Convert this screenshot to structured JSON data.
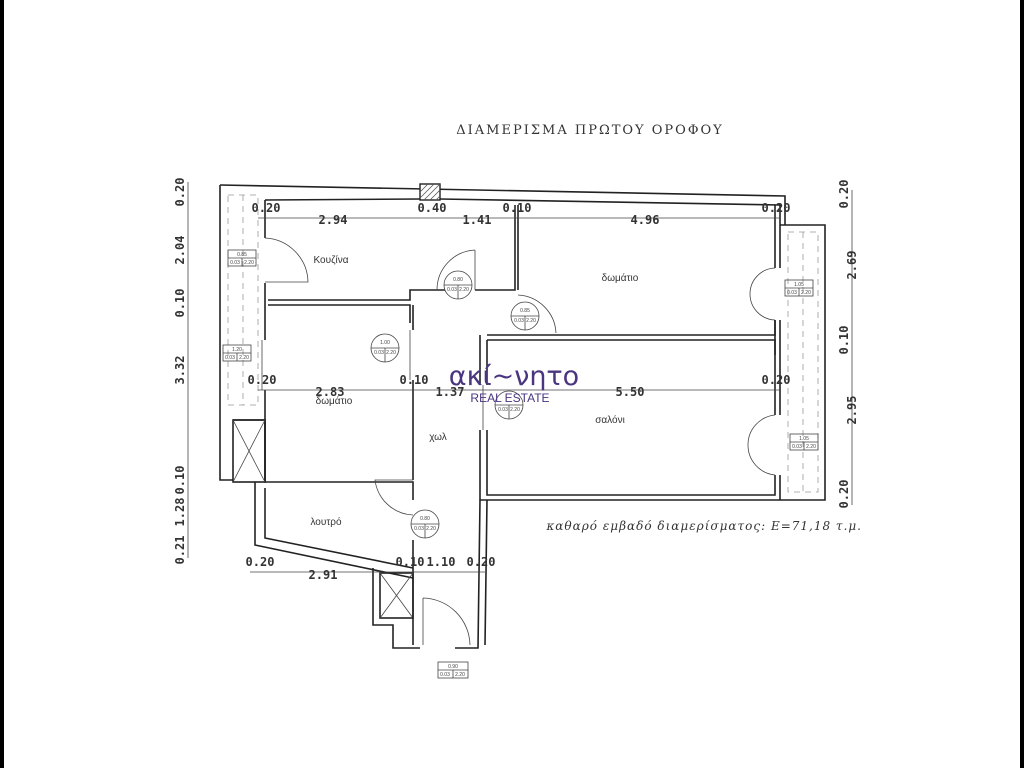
{
  "title": "ΔΙΑΜΕΡΙΣΜΑ ΠΡΩΤΟΥ ΟΡΟΦΟΥ",
  "rooms": {
    "kitchen": "Κουζίνα",
    "bedroom_right": "δωμάτιο",
    "bedroom_left": "δωμάτιο",
    "hall": "χωλ",
    "living": "σαλόνι",
    "bathroom": "λουτρό"
  },
  "dimensions": {
    "top": [
      "0.20",
      "2.94",
      "0.40",
      "1.41",
      "0.10",
      "4.96",
      "0.20"
    ],
    "middle": [
      "0.20",
      "2.83",
      "0.10",
      "1.37",
      "5.50",
      "0.20"
    ],
    "bottom": [
      "0.20",
      "2.91",
      "0.10",
      "1.10",
      "0.20"
    ],
    "left": [
      "0.20",
      "2.04",
      "0.10",
      "3.32",
      "0.10",
      "1.28",
      "0.21"
    ],
    "right": [
      "0.20",
      "2.69",
      "0.10",
      "2.95",
      "0.20"
    ]
  },
  "openings": [
    {
      "width": "0.85",
      "thk": "0.03",
      "height": "2.20"
    },
    {
      "width": "1.20",
      "thk": "0.03",
      "height": "2.20"
    },
    {
      "width": "0.80",
      "thk": "0.03",
      "height": "2.20"
    },
    {
      "width": "0.85",
      "thk": "0.03",
      "height": "2.20"
    },
    {
      "width": "1.00",
      "thk": "0.03",
      "height": "2.20"
    },
    {
      "width": "1.05",
      "thk": "0.03",
      "height": "2.20"
    },
    {
      "width": "1.05",
      "thk": "0.03",
      "height": "2.20"
    },
    {
      "width": "0.80",
      "thk": "0.03",
      "height": "2.20"
    },
    {
      "width": "0.90",
      "thk": "0.03",
      "height": "2.20"
    },
    {
      "thk": "0.03",
      "height": "2.20"
    }
  ],
  "net_area": "καθαρό εμβαδό διαμερίσματος: Ε=71,18 τ.μ.",
  "watermark": {
    "brand": "ακί~νητο",
    "sub": "REAL ESTATE",
    "color": "#4a3580"
  }
}
